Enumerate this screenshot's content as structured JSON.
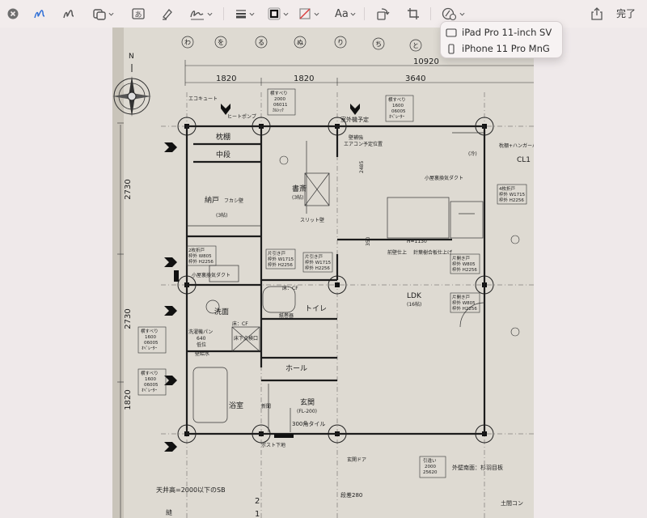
{
  "toolbar": {
    "done_label": "完了",
    "text_box_label": "あ",
    "font_label": "Aa",
    "accent_color": "#2f6fd6",
    "icons": [
      "close-icon",
      "sketch-icon",
      "draw-icon",
      "shapes-icon",
      "text-box-icon",
      "highlight-icon",
      "signature-icon",
      "shape-style-icon",
      "border-color-icon",
      "fill-color-icon",
      "text-style-icon",
      "rotate-icon",
      "crop-icon",
      "annotate-device-icon",
      "share-icon"
    ]
  },
  "device_menu": {
    "items": [
      {
        "label": "iPad Pro 11-inch SV",
        "icon": "ipad-icon"
      },
      {
        "label": "iPhone 11 Pro MnG",
        "icon": "iphone-icon"
      }
    ]
  },
  "plan": {
    "grid_letters": [
      "わ",
      "を",
      "る",
      "ぬ",
      "り",
      "ち",
      "と"
    ],
    "dim_total": "10920",
    "dim_top": [
      "1820",
      "1820",
      "3640"
    ],
    "dim_left": [
      "2730",
      "2730",
      "1820"
    ],
    "rooms": {
      "makura": "枕棚",
      "chudan": "中段",
      "nando": "納戸",
      "nando_note": "フカシ壁",
      "nando_size": "(3帖)",
      "shosai": "書斎",
      "shosai_size": "(3帖)",
      "toilet": "トイレ",
      "senmen": "洗面",
      "ldk": "LDK",
      "ldk_size": "(16帖)",
      "hall": "ホール",
      "genkan": "玄関",
      "genkan_sub": "(FL-200)",
      "tile": "300角タイル",
      "yokushitsu": "浴室",
      "cl": "CL1",
      "slit": "スリット壁"
    },
    "labels": {
      "ecocute": "エコキュート",
      "heatpump": "ヒートポンプ",
      "shitsugai": "室外機予定",
      "koyaura1": "小屋裏換気ダクト",
      "koyaura2": "小屋裏換気ダクト",
      "koyaura_note": "小屋裏換気ダクト",
      "kabe_note": "壁補強",
      "aircon": "エアコン予定位置",
      "maeita": "前壁仕上",
      "hari": "針葉樹合板仕上げ",
      "h1130": "H=1130",
      "tenjo": "天井高=2000以下のSB",
      "gaibu": "外壁南面：杉羽目板",
      "dandan": "段差280",
      "door": "玄関ドア",
      "doma": "土間コン",
      "post": "ポスト下地",
      "kyusui": "壁給水",
      "yuka1": "床：CF",
      "yuka2": "床：CF",
      "tenken": "床下点検口",
      "sentaku": "洗濯機パン",
      "sentaku_size": "640",
      "teisei": "低位",
      "kamifuki": "紙巻器",
      "shinbun": "新聞",
      "num_2": "2",
      "num_1": "1",
      "kutsu": "縫",
      "h2485": "2485",
      "w350": "350",
      "sec": "(冷)",
      "kakizu": "枕棚+ハンガーパイプ"
    },
    "window_tags": [
      {
        "l1": "横すべり",
        "l2": "2000",
        "l3": "06011",
        "l4": "ｶﾙｼｯｸ"
      },
      {
        "l1": "横すべり",
        "l2": "1600",
        "l3": "06005",
        "l4": "ｵﾍﾟﾚｰﾀｰ"
      },
      {
        "l1": "横すべり",
        "l2": "1600",
        "l3": "06005",
        "l4": "ｵﾍﾟﾚｰﾀｰ"
      },
      {
        "l1": "横すべり",
        "l2": "1600",
        "l3": "06005",
        "l4": "ｵﾍﾟﾚｰﾀｰ"
      },
      {
        "l1": "引違い",
        "l2": "2000",
        "l3": "25620",
        "l4": ""
      }
    ],
    "door_tags": [
      {
        "l1": "2枚折戸",
        "l2": "枠外 W805",
        "l3": "枠外 H2256"
      },
      {
        "l1": "片引き戸",
        "l2": "枠外 W1715",
        "l3": "枠外 H2256"
      },
      {
        "l1": "片引き戸",
        "l2": "枠外 W1715",
        "l3": "枠外 H2256"
      },
      {
        "l1": "片開き戸",
        "l2": "枠外 W805",
        "l3": "枠外 H2256"
      },
      {
        "l1": "片開き戸",
        "l2": "枠外 W805",
        "l3": "枠外 H2256"
      },
      {
        "l1": "4枚折戸",
        "l2": "枠外 W1715",
        "l3": "枠外 H2256"
      }
    ]
  }
}
